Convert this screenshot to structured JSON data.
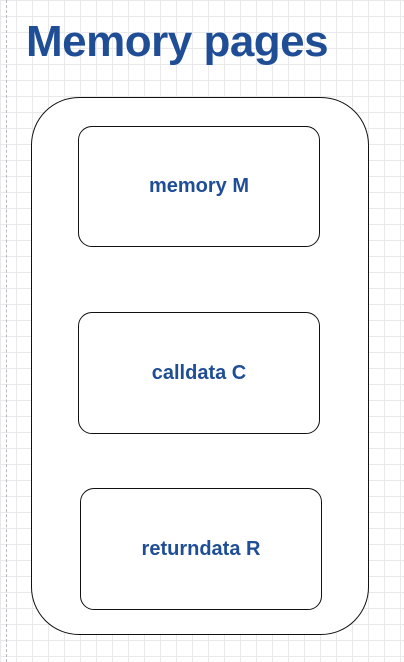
{
  "title": "Memory pages",
  "colors": {
    "text_accent": "#1f4e96",
    "border": "#111111",
    "grid": "#e9e9ec",
    "background": "#ffffff"
  },
  "pages": [
    {
      "label": "memory M"
    },
    {
      "label": "calldata C"
    },
    {
      "label": "returndata R"
    }
  ]
}
